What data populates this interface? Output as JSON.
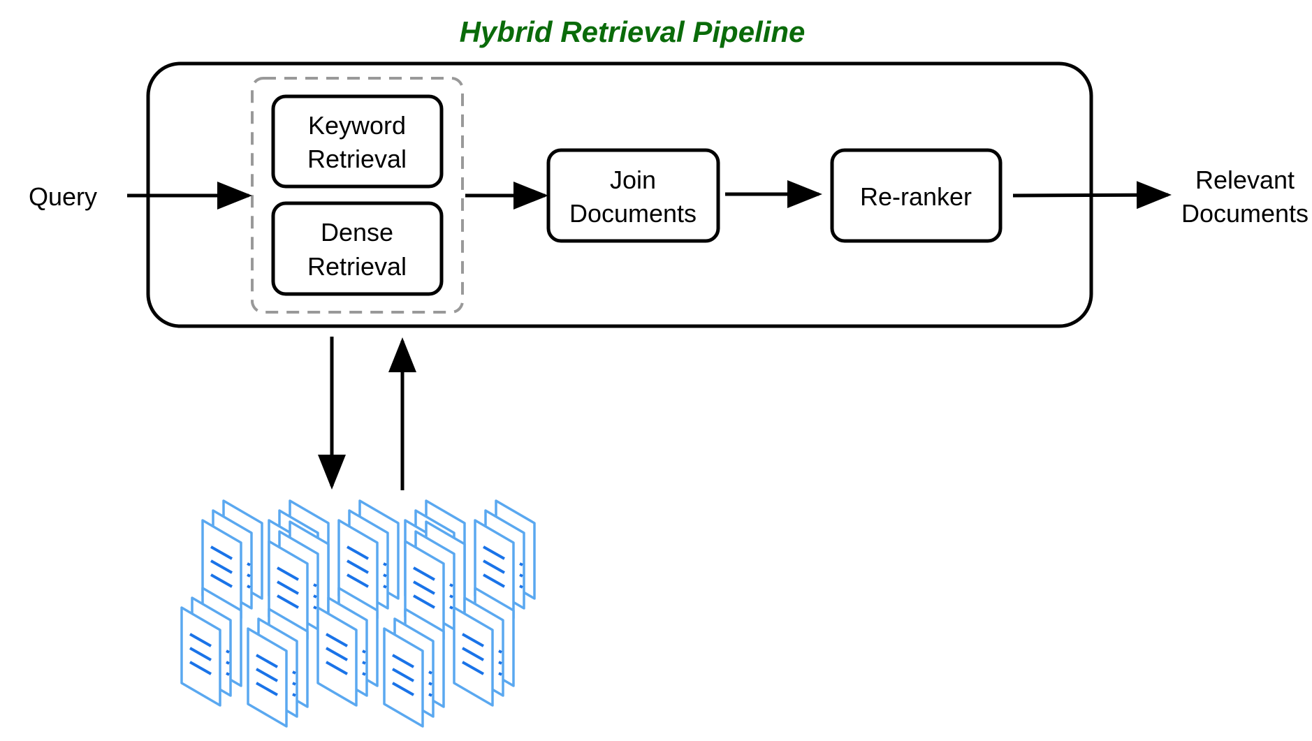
{
  "title": "Hybrid Retrieval Pipeline",
  "colors": {
    "title": "#0a6b0a",
    "stroke": "#000000",
    "dashed_group": "#999999",
    "doc_outline": "#5aa8f0",
    "doc_lines": "#1a73e8"
  },
  "labels": {
    "query": "Query",
    "keyword_retrieval": [
      "Keyword",
      "Retrieval"
    ],
    "dense_retrieval": [
      "Dense",
      "Retrieval"
    ],
    "join_documents": [
      "Join",
      "Documents"
    ],
    "reranker": "Re-ranker",
    "relevant_documents": [
      "Relevant",
      "Documents"
    ]
  },
  "icons": {
    "document_store": "document-stack-icon"
  }
}
